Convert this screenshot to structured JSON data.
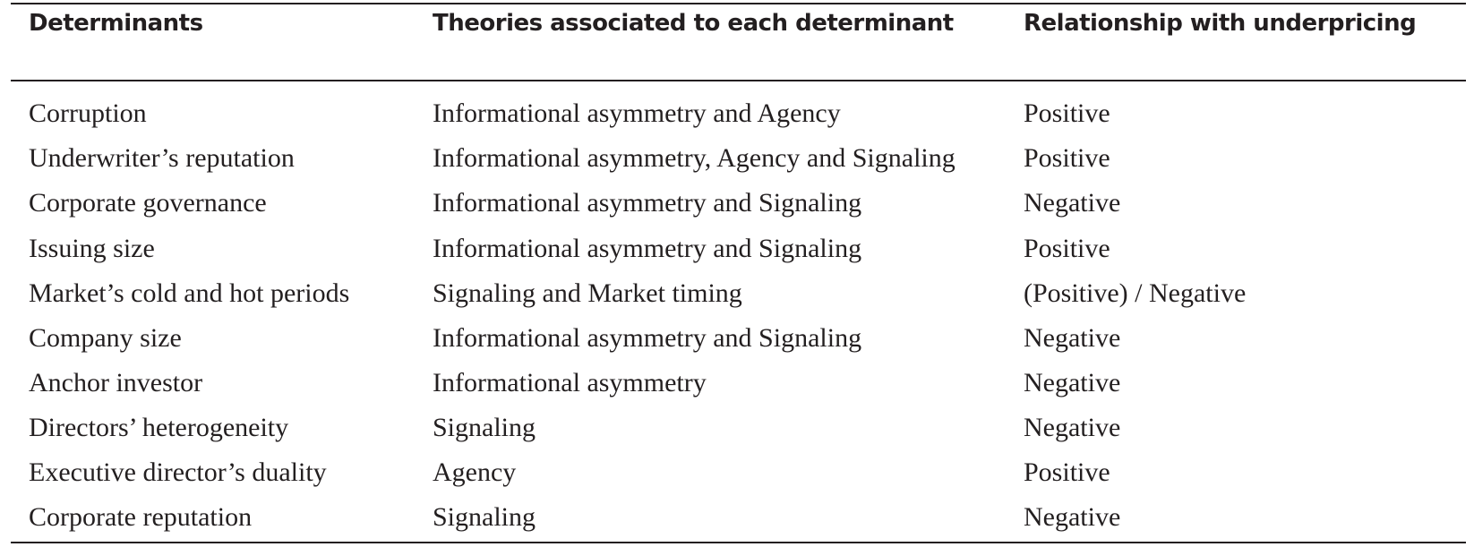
{
  "table": {
    "headers": [
      "Determinants",
      "Theories associated to each determinant",
      "Relationship with underpricing"
    ],
    "rows": [
      [
        "Corruption",
        "Informational asymmetry and Agency",
        "Positive"
      ],
      [
        "Underwriter’s reputation",
        "Informational asymmetry, Agency and Signaling",
        "Positive"
      ],
      [
        "Corporate governance",
        "Informational asymmetry and Signaling",
        "Negative"
      ],
      [
        "Issuing size",
        "Informational asymmetry and Signaling",
        "Positive"
      ],
      [
        "Market’s cold and hot periods",
        "Signaling and Market timing",
        "(Positive) / Negative"
      ],
      [
        "Company size",
        "Informational asymmetry and Signaling",
        "Negative"
      ],
      [
        "Anchor investor",
        "Informational asymmetry",
        "Negative"
      ],
      [
        "Directors’ heterogeneity",
        "Signaling",
        "Negative"
      ],
      [
        "Executive director’s duality",
        "Agency",
        "Positive"
      ],
      [
        "Corporate reputation",
        "Signaling",
        "Negative"
      ]
    ]
  }
}
